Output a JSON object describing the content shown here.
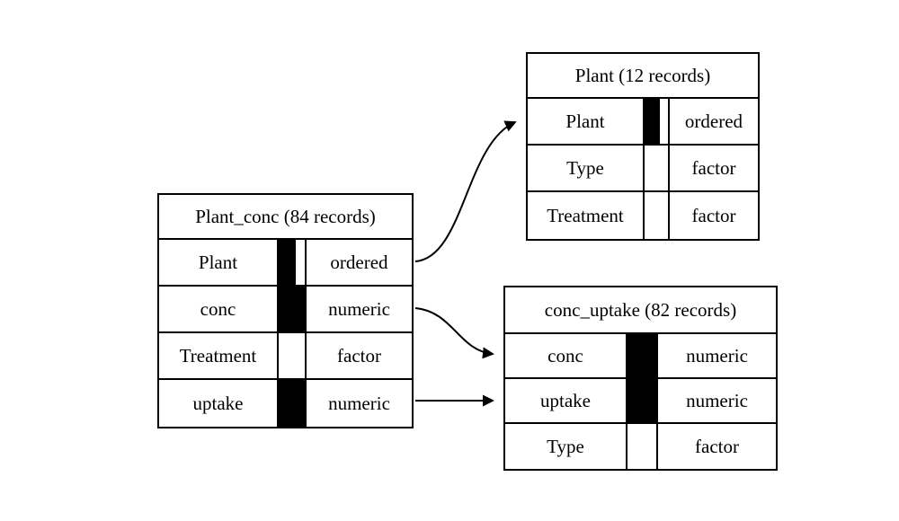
{
  "diagram": {
    "colors": {
      "line": "#000000",
      "background": "#ffffff",
      "bar_fill": "#000000"
    },
    "tables": {
      "plant_conc": {
        "title": "Plant_conc (84 records)",
        "rows": [
          {
            "name": "Plant",
            "type": "ordered",
            "bar": "part"
          },
          {
            "name": "conc",
            "type": "numeric",
            "bar": "full"
          },
          {
            "name": "Treatment",
            "type": "factor",
            "bar": "none"
          },
          {
            "name": "uptake",
            "type": "numeric",
            "bar": "full"
          }
        ]
      },
      "plant": {
        "title": "Plant (12 records)",
        "rows": [
          {
            "name": "Plant",
            "type": "ordered",
            "bar": "part"
          },
          {
            "name": "Type",
            "type": "factor",
            "bar": "none"
          },
          {
            "name": "Treatment",
            "type": "factor",
            "bar": "none"
          }
        ]
      },
      "conc_uptake": {
        "title": "conc_uptake (82 records)",
        "rows": [
          {
            "name": "conc",
            "type": "numeric",
            "bar": "full"
          },
          {
            "name": "uptake",
            "type": "numeric",
            "bar": "full"
          },
          {
            "name": "Type",
            "type": "factor",
            "bar": "none"
          }
        ]
      }
    },
    "relations": [
      {
        "from": "Plant_conc.Plant",
        "to": "Plant"
      },
      {
        "from": "Plant_conc.conc",
        "to": "conc_uptake.conc"
      },
      {
        "from": "Plant_conc.uptake",
        "to": "conc_uptake.uptake"
      }
    ]
  }
}
